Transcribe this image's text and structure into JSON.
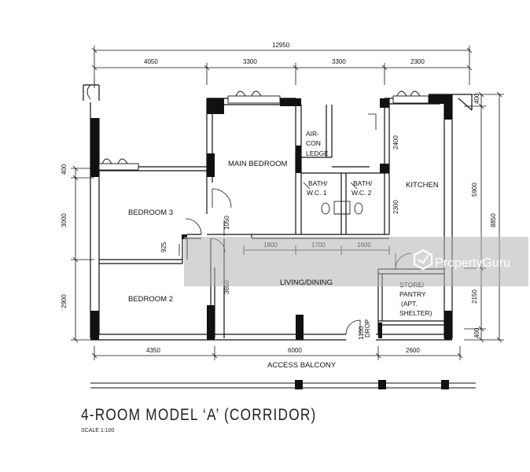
{
  "plan": {
    "title": "4-ROOM MODEL ‘A’ (CORRIDOR)",
    "scale": "SCALE 1:100",
    "rooms": {
      "main_bedroom": "MAIN BEDROOM",
      "bedroom3": "BEDROOM 3",
      "bedroom2": "BEDROOM 2",
      "aircon_1": "AIR-",
      "aircon_2": "CON",
      "aircon_3": "LEDGE",
      "bath1_1": "BATH/",
      "bath1_2": "W.C. 1",
      "bath2_1": "BATH/",
      "bath2_2": "W.C. 2",
      "kitchen": "KITCHEN",
      "living": "LIVING/DINING",
      "store_1": "STORE/",
      "store_2": "PANTRY",
      "store_3": "(APT.",
      "store_4": "SHELTER)",
      "access": "ACCESS BALCONY",
      "drop": "DROP"
    },
    "dimensions": {
      "top_total": "12950",
      "top_1": "4050",
      "top_2": "3300",
      "top_3": "3300",
      "top_4": "2300",
      "bottom_1": "4350",
      "bottom_2": "6000",
      "bottom_3": "2600",
      "inner_1": "1800",
      "inner_2": "1700",
      "inner_3": "1600",
      "left_1": "400",
      "left_2": "3000",
      "left_3": "2900",
      "mid_925": "925",
      "mid_1050": "1050",
      "mid_3650": "3650",
      "kit_2400": "2400",
      "kit_2300": "2300",
      "right_400_top": "400",
      "right_5900": "5900",
      "right_8850": "8850",
      "right_2150": "2150",
      "right_400_bot": "400",
      "drop_1100": "1100"
    },
    "watermark": "PropertyGuru"
  }
}
